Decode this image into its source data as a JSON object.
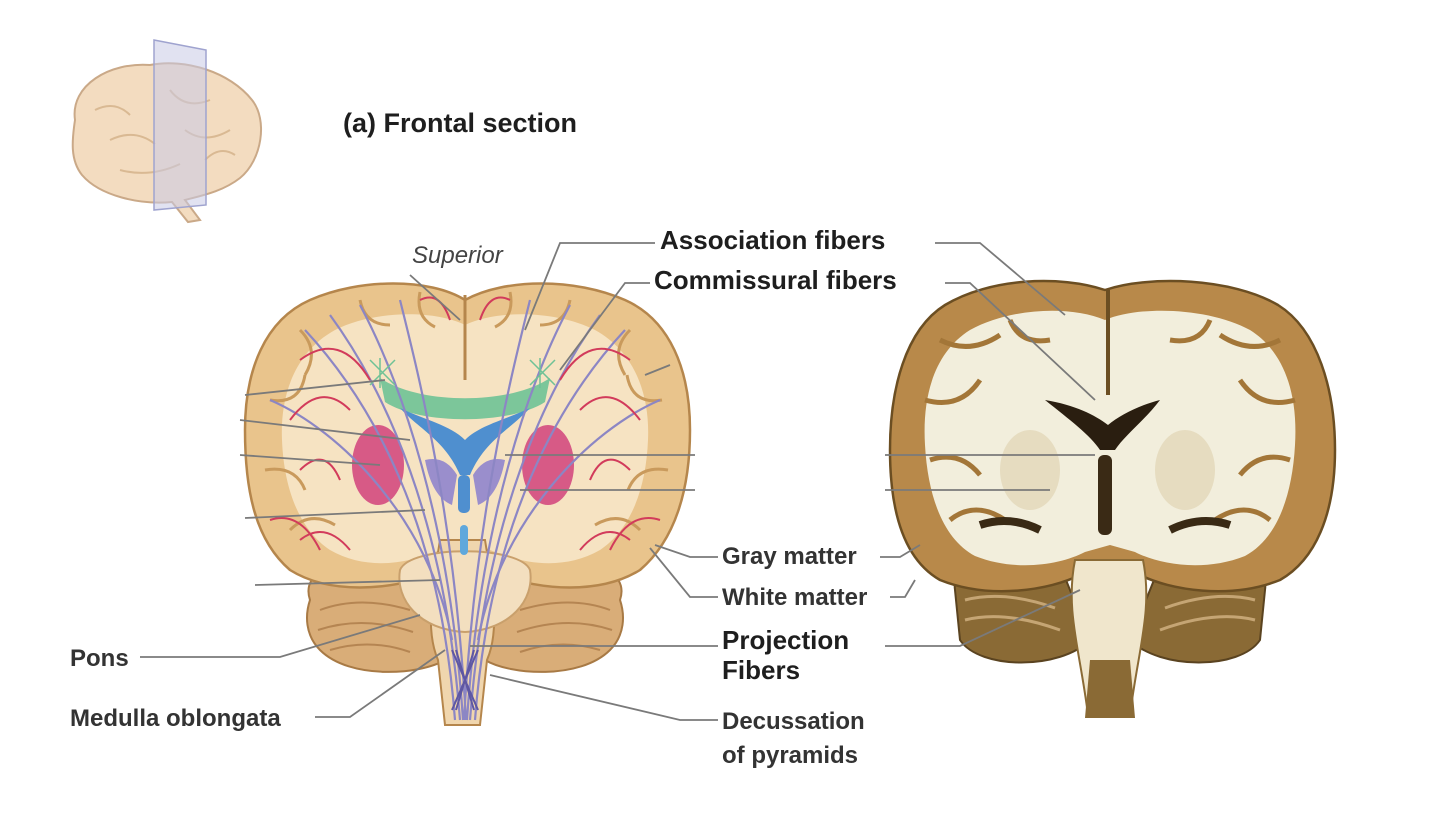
{
  "title": "(a) Frontal section",
  "labels": {
    "superior": "Superior",
    "association_fibers": "Association fibers",
    "commissural_fibers": "Commissural fibers",
    "gray_matter": "Gray matter",
    "white_matter": "White matter",
    "projection_fibers_line1": "Projection",
    "projection_fibers_line2": "Fibers",
    "pons": "Pons",
    "medulla_oblongata": "Medulla oblongata",
    "decussation_line1": "Decussation",
    "decussation_line2": "of pyramids"
  },
  "colors": {
    "cortex": "#e9c48c",
    "cortex_dark": "#c99a5c",
    "white_matter": "#f6e3c2",
    "projection_fibers": "#8c86c4",
    "association_fibers": "#d23b5b",
    "commissural_fibers": "#6fc296",
    "ventricle": "#4f8fcf",
    "basal_nuclei": "#d75a86",
    "leader_line": "#7a7a7a",
    "photo_white": "#f2eedc",
    "photo_gray": "#b8894a"
  }
}
